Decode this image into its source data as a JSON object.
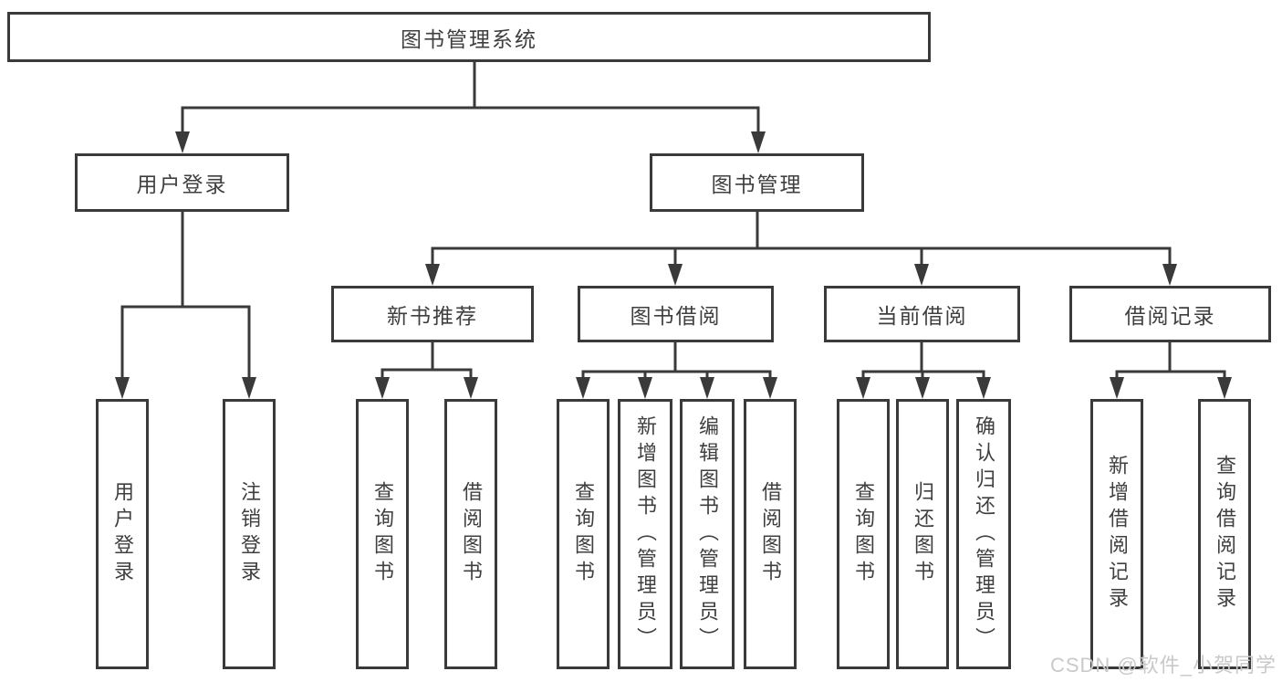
{
  "diagram_title": "图书管理系统",
  "watermark": {
    "text": "CSDN @软件_小贺同学"
  },
  "colors": {
    "line": "#3a3a3a",
    "text": "#3f3f3f",
    "background": "#ffffff",
    "watermark": "#c9c9c9"
  },
  "tree": {
    "label": "图书管理系统",
    "children": [
      {
        "label": "用户登录",
        "children": [
          {
            "label": "用户登录"
          },
          {
            "label": "注销登录"
          }
        ]
      },
      {
        "label": "图书管理",
        "children": [
          {
            "label": "新书推荐",
            "children": [
              {
                "label": "查询图书"
              },
              {
                "label": "借阅图书"
              }
            ]
          },
          {
            "label": "图书借阅",
            "children": [
              {
                "label": "查询图书"
              },
              {
                "label": "新增图书（管理员）"
              },
              {
                "label": "编辑图书（管理员）"
              },
              {
                "label": "借阅图书"
              }
            ]
          },
          {
            "label": "当前借阅",
            "children": [
              {
                "label": "查询图书"
              },
              {
                "label": "归还图书"
              },
              {
                "label": "确认归还（管理员）"
              }
            ]
          },
          {
            "label": "借阅记录",
            "children": [
              {
                "label": "新增借阅记录"
              },
              {
                "label": "查询借阅记录"
              }
            ]
          }
        ]
      }
    ]
  }
}
